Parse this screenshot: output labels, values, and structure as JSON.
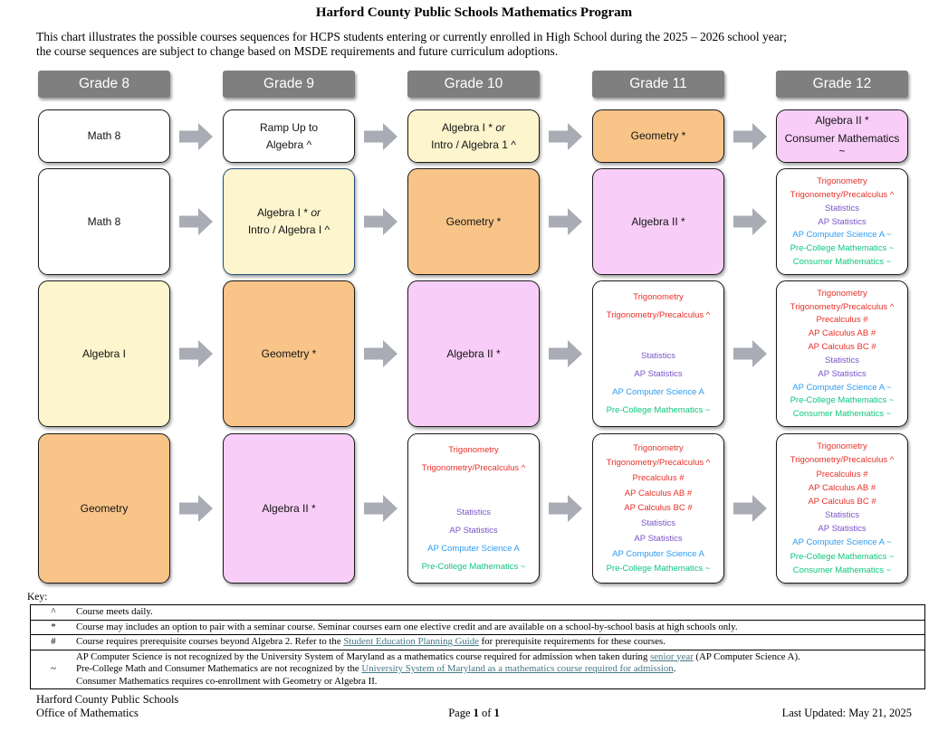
{
  "title": "Harford County Public Schools Mathematics Program",
  "subtitle_line1": "This chart illustrates the possible courses sequences for HCPS students entering or currently enrolled in High School during the 2025 – 2026 school year;",
  "subtitle_line2": "the course sequences are subject to change based on MSDE requirements and future curriculum adoptions.",
  "grades": [
    "Grade 8",
    "Grade 9",
    "Grade 10",
    "Grade 11",
    "Grade 12"
  ],
  "colors": {
    "header_bg": "#7f7f7f",
    "header_text": "#ffffff",
    "arrow": "#a9abb5",
    "white": "#ffffff",
    "yellow": "#fcf5cd",
    "orange": "#f8c488",
    "pink": "#f8cef8",
    "box_border": "#191919",
    "special_border": "#1f4e79",
    "red": "#e8312a",
    "purple": "#7a52c9",
    "blue": "#2e9bf0",
    "green": "#10c57f",
    "link": "#467886"
  },
  "rows": [
    {
      "boxes": [
        {
          "fill": "white",
          "label": [
            [
              {
                "t": "Math 8"
              }
            ]
          ]
        },
        {
          "fill": "white",
          "label": [
            [
              {
                "t": "Ramp Up to"
              }
            ],
            [
              {
                "t": "Algebra ^"
              }
            ]
          ]
        },
        {
          "fill": "yellow",
          "label": [
            [
              {
                "t": "Algebra I * "
              },
              {
                "t": "or",
                "i": true
              }
            ],
            [
              {
                "t": "Intro / Algebra 1 ^"
              }
            ]
          ]
        },
        {
          "fill": "orange",
          "label": [
            [
              {
                "t": "Geometry *"
              }
            ]
          ]
        },
        {
          "fill": "pink",
          "tight": true,
          "label": [
            [
              {
                "t": "Algebra II *"
              }
            ],
            [
              {
                "t": "Consumer Mathematics ~"
              }
            ]
          ]
        }
      ]
    },
    {
      "boxes": [
        {
          "fill": "white",
          "label": [
            [
              {
                "t": "Math 8"
              }
            ]
          ]
        },
        {
          "fill": "yellow",
          "special": true,
          "label": [
            [
              {
                "t": "Algebra I * "
              },
              {
                "t": "or",
                "i": true
              }
            ],
            [
              {
                "t": "Intro / Algebra I ^"
              }
            ]
          ]
        },
        {
          "fill": "orange",
          "label": [
            [
              {
                "t": "Geometry *"
              }
            ]
          ]
        },
        {
          "fill": "pink",
          "label": [
            [
              {
                "t": "Algebra II *"
              }
            ]
          ]
        },
        {
          "fill": "white",
          "items": [
            {
              "t": "Trigonometry",
              "c": "red"
            },
            {
              "t": "Trigonometry/Precalculus ^",
              "c": "red"
            },
            {
              "t": "Statistics",
              "c": "purple"
            },
            {
              "t": "AP Statistics",
              "c": "purple"
            },
            {
              "t": "AP Computer Science A ~",
              "c": "blue"
            },
            {
              "t": "Pre-College Mathematics ~",
              "c": "green"
            },
            {
              "t": "Consumer Mathematics ~",
              "c": "green"
            }
          ]
        }
      ]
    },
    {
      "boxes": [
        {
          "fill": "yellow",
          "label": [
            [
              {
                "t": "Algebra I"
              }
            ]
          ]
        },
        {
          "fill": "orange",
          "label": [
            [
              {
                "t": "Geometry *"
              }
            ]
          ]
        },
        {
          "fill": "pink",
          "label": [
            [
              {
                "t": "Algebra II *"
              }
            ]
          ]
        },
        {
          "fill": "white",
          "gap_list": true,
          "items": [
            {
              "t": "Trigonometry",
              "c": "red"
            },
            {
              "t": "Trigonometry/Precalculus ^",
              "c": "red"
            },
            {
              "gap": true
            },
            {
              "t": "Statistics",
              "c": "purple"
            },
            {
              "t": "AP Statistics",
              "c": "purple"
            },
            {
              "t": "AP Computer Science A",
              "c": "blue"
            },
            {
              "t": "Pre-College Mathematics ~",
              "c": "green"
            }
          ]
        },
        {
          "fill": "white",
          "items": [
            {
              "t": "Trigonometry",
              "c": "red"
            },
            {
              "t": "Trigonometry/Precalculus ^",
              "c": "red"
            },
            {
              "t": "Precalculus #",
              "c": "red"
            },
            {
              "t": "AP Calculus AB #",
              "c": "red"
            },
            {
              "t": "AP Calculus BC #",
              "c": "red"
            },
            {
              "t": "Statistics",
              "c": "purple"
            },
            {
              "t": "AP Statistics",
              "c": "purple"
            },
            {
              "t": "AP Computer Science A ~",
              "c": "blue"
            },
            {
              "t": "Pre-College Mathematics ~",
              "c": "green"
            },
            {
              "t": "Consumer Mathematics ~",
              "c": "green"
            }
          ]
        }
      ]
    },
    {
      "boxes": [
        {
          "fill": "orange",
          "label": [
            [
              {
                "t": "Geometry"
              }
            ]
          ]
        },
        {
          "fill": "pink",
          "label": [
            [
              {
                "t": "Algebra II *"
              }
            ]
          ]
        },
        {
          "fill": "white",
          "gap_list": true,
          "items": [
            {
              "t": "Trigonometry",
              "c": "red"
            },
            {
              "t": "Trigonometry/Precalculus ^",
              "c": "red"
            },
            {
              "gap": true
            },
            {
              "t": "Statistics",
              "c": "purple"
            },
            {
              "t": "AP Statistics",
              "c": "purple"
            },
            {
              "t": "AP Computer Science A",
              "c": "blue"
            },
            {
              "t": "Pre-College Mathematics ~",
              "c": "green"
            }
          ]
        },
        {
          "fill": "white",
          "items": [
            {
              "t": "Trigonometry",
              "c": "red"
            },
            {
              "t": "Trigonometry/Precalculus ^",
              "c": "red"
            },
            {
              "t": "Precalculus #",
              "c": "red"
            },
            {
              "t": "AP Calculus AB #",
              "c": "red"
            },
            {
              "t": "AP Calculus BC #",
              "c": "red"
            },
            {
              "t": "Statistics",
              "c": "purple"
            },
            {
              "t": "AP Statistics",
              "c": "purple"
            },
            {
              "t": "AP Computer Science A",
              "c": "blue"
            },
            {
              "t": "Pre-College Mathematics ~",
              "c": "green"
            }
          ]
        },
        {
          "fill": "white",
          "items": [
            {
              "t": "Trigonometry",
              "c": "red"
            },
            {
              "t": "Trigonometry/Precalculus ^",
              "c": "red"
            },
            {
              "t": "Precalculus #",
              "c": "red"
            },
            {
              "t": "AP Calculus AB #",
              "c": "red"
            },
            {
              "t": "AP Calculus BC #",
              "c": "red"
            },
            {
              "t": "Statistics",
              "c": "purple"
            },
            {
              "t": "AP Statistics",
              "c": "purple"
            },
            {
              "t": "AP Computer Science A ~",
              "c": "blue"
            },
            {
              "t": "Pre-College Mathematics ~",
              "c": "green"
            },
            {
              "t": "Consumer Mathematics ~",
              "c": "green"
            }
          ]
        }
      ]
    }
  ],
  "key": {
    "label": "Key:",
    "rows": [
      {
        "symbol": "^",
        "lines": [
          [
            {
              "t": "Course meets daily."
            }
          ]
        ]
      },
      {
        "symbol": "*",
        "lines": [
          [
            {
              "t": "Course may includes an option to pair with a seminar course. Seminar courses earn one elective credit and are available on a school-by-school basis at high schools only."
            }
          ]
        ]
      },
      {
        "symbol": "#",
        "lines": [
          [
            {
              "t": "Course requires prerequisite courses beyond Algebra 2. Refer to the "
            },
            {
              "t": "Student Education Planning Guide",
              "link": true
            },
            {
              "t": " for prerequisite requirements for these courses."
            }
          ]
        ]
      },
      {
        "symbol": "~",
        "lines": [
          [
            {
              "t": "AP Computer Science is not recognized by the University System of Maryland as a mathematics course required for admission when taken during "
            },
            {
              "t": "senior year",
              "link": true
            },
            {
              "t": " (AP Computer Science A)."
            }
          ],
          [
            {
              "t": "Pre-College Math and Consumer Mathematics are not recognized by the "
            },
            {
              "t": "University System of Maryland as a mathematics course required for admission",
              "link": true
            },
            {
              "t": "."
            }
          ],
          [
            {
              "t": "Consumer Mathematics requires co-enrollment with Geometry or Algebra II."
            }
          ]
        ]
      }
    ]
  },
  "footer": {
    "org": "Harford County Public Schools",
    "office": "Office of Mathematics",
    "page": [
      {
        "t": "Page "
      },
      {
        "t": "1",
        "b": true
      },
      {
        "t": " of "
      },
      {
        "t": "1",
        "b": true
      }
    ],
    "updated": "Last Updated: May 21, 2025"
  }
}
